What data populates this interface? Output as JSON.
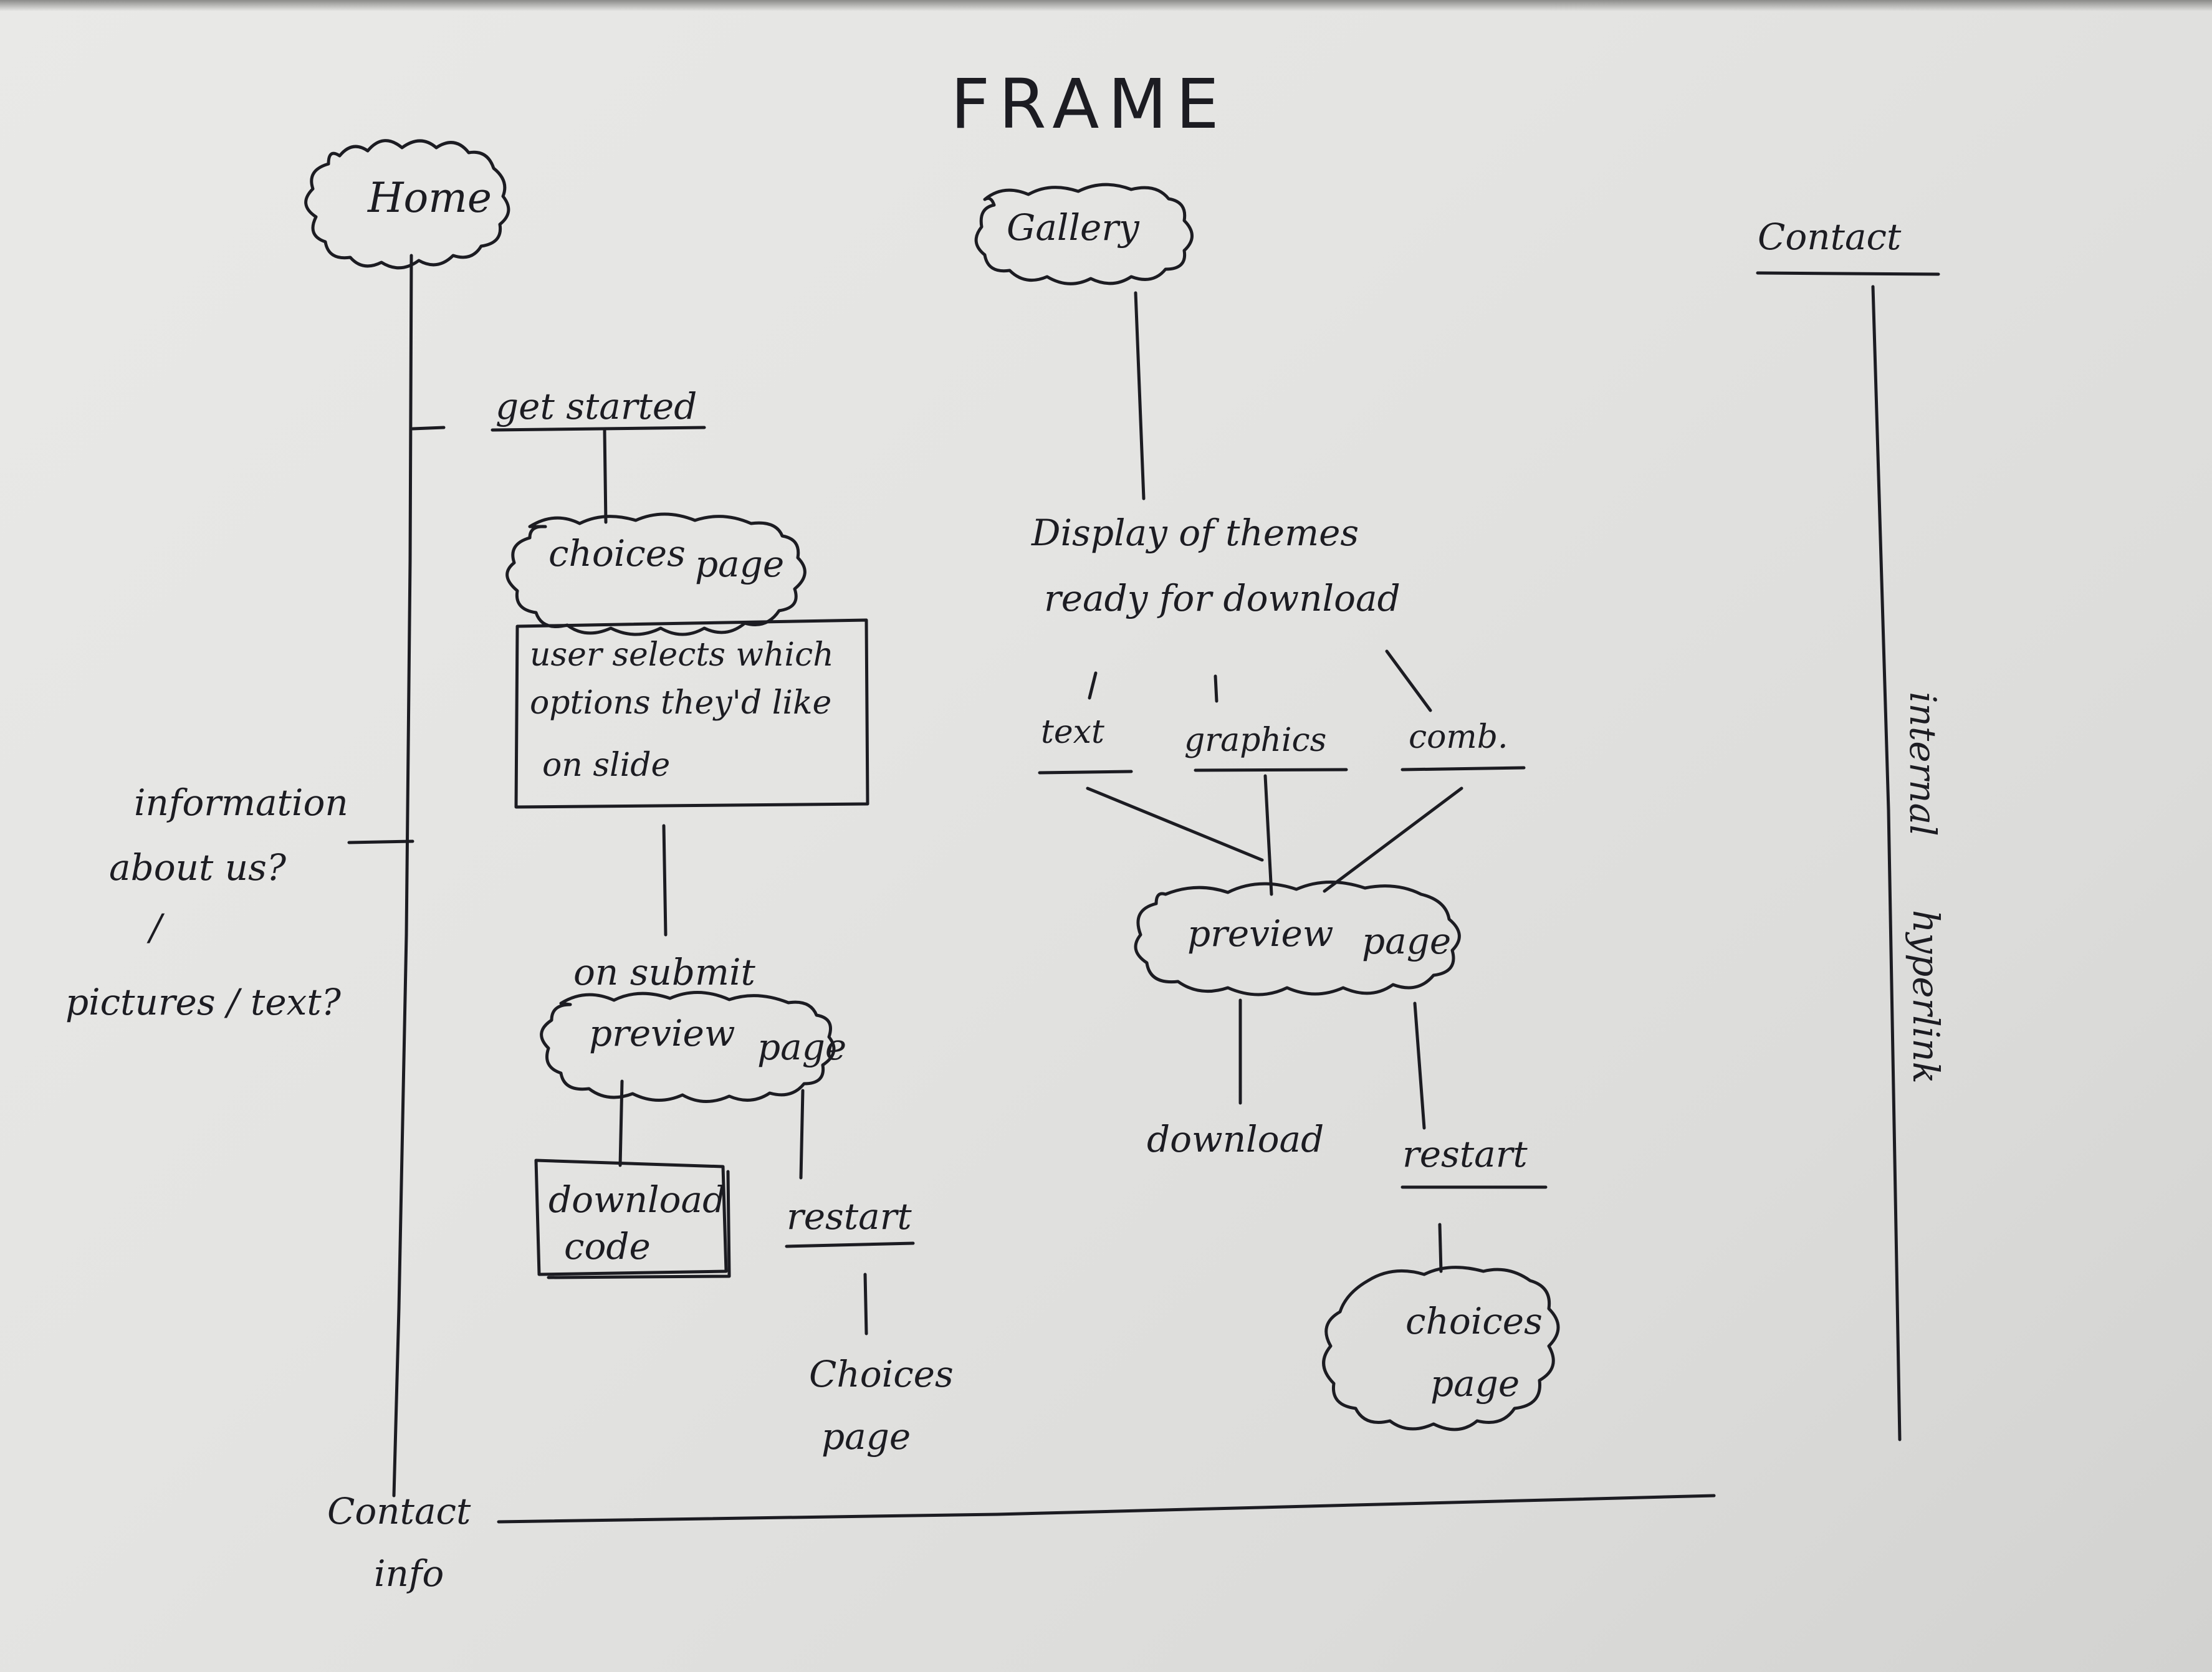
{
  "title": "FRAME",
  "nav": {
    "home": "Home",
    "gallery": "Gallery",
    "contact": "Contact"
  },
  "home_flow": {
    "get_started": "get started",
    "choices_page": [
      "choices",
      "page"
    ],
    "user_selects": [
      "user selects which",
      "options they'd like",
      "on slide"
    ],
    "on_submit": "on submit",
    "preview_page": [
      "preview",
      "page"
    ],
    "download_code": [
      "download",
      "code"
    ],
    "restart": "restart",
    "choices_page_end": [
      "Choices",
      "page"
    ]
  },
  "side_notes": {
    "information": [
      "information",
      "about us?"
    ],
    "pictures": "pictures / text?",
    "slash": "/",
    "contact_info": [
      "Contact",
      "info"
    ]
  },
  "gallery_flow": {
    "display": [
      "Display of themes",
      "ready for download"
    ],
    "options": [
      "text",
      "graphics",
      "comb."
    ],
    "preview_page": [
      "preview",
      "page"
    ],
    "download": "download",
    "restart": "restart",
    "choices_page": [
      "choices",
      "page"
    ]
  },
  "contact_flow": {
    "internal_hyperlink": [
      "internal",
      "hyperlink"
    ]
  }
}
